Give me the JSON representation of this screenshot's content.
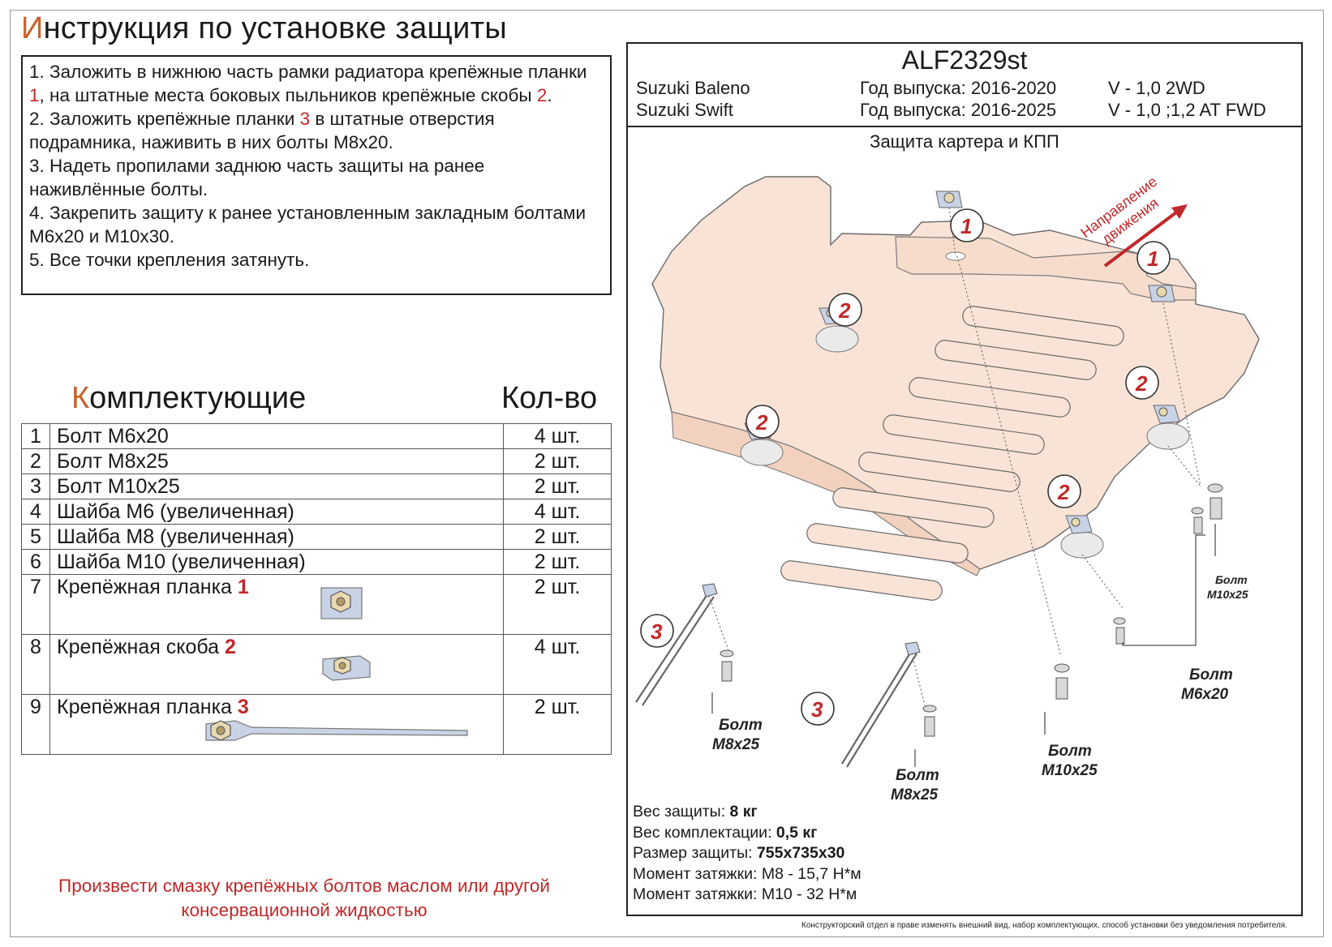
{
  "title": {
    "first_letter": "И",
    "rest": "нструкция по установке защиты"
  },
  "instructions": [
    {
      "before": "1. Заложить в нижнюю часть рамки радиатора крепёжные планки ",
      "ref": "1",
      "mid": ", на штатные места боковых пыльников крепёжные скобы ",
      "ref2": "2",
      "after": "."
    },
    {
      "before": "2. Заложить крепёжные планки ",
      "ref": "3",
      "mid": " в штатные отверстия подрамника, наживить в них болты М8х20.",
      "ref2": "",
      "after": ""
    },
    {
      "before": "3. Надеть пропилами заднюю часть защиты на ранее наживлённые болты.",
      "ref": "",
      "mid": "",
      "ref2": "",
      "after": ""
    },
    {
      "before": "4. Закрепить защиту к ранее установленным закладным болтами М6х20 и М10х30.",
      "ref": "",
      "mid": "",
      "ref2": "",
      "after": ""
    },
    {
      "before": "5. Все точки крепления затянуть.",
      "ref": "",
      "mid": "",
      "ref2": "",
      "after": ""
    }
  ],
  "kit": {
    "title_first": "К",
    "title_rest": "омплектующие",
    "qty_title": "Кол-во",
    "rows": [
      {
        "n": "1",
        "name": "Болт М6х20",
        "ref": "",
        "qty": "4 шт."
      },
      {
        "n": "2",
        "name": "Болт М8х25",
        "ref": "",
        "qty": "2 шт."
      },
      {
        "n": "3",
        "name": "Болт М10х25",
        "ref": "",
        "qty": "2 шт."
      },
      {
        "n": "4",
        "name": "Шайба М6 (увеличенная)",
        "ref": "",
        "qty": "4 шт."
      },
      {
        "n": "5",
        "name": "Шайба М8 (увеличенная)",
        "ref": "",
        "qty": "2 шт."
      },
      {
        "n": "6",
        "name": "Шайба М10 (увеличенная)",
        "ref": "",
        "qty": "2 шт."
      },
      {
        "n": "7",
        "name": "Крепёжная планка ",
        "ref": "1",
        "qty": "2 шт."
      },
      {
        "n": "8",
        "name": "Крепёжная скоба ",
        "ref": "2",
        "qty": "4 шт."
      },
      {
        "n": "9",
        "name": "Крепёжная планка ",
        "ref": "3",
        "qty": "2 шт."
      }
    ]
  },
  "note": {
    "line1": "Произвести смазку крепёжных болтов маслом или другой",
    "line2": "консервационной жидкостью"
  },
  "product": {
    "code": "ALF2329st",
    "cars": [
      {
        "model": "Suzuki Baleno",
        "years": "Год выпуска: 2016-2020",
        "engine": "V - 1,0 2WD"
      },
      {
        "model": "Suzuki Swift",
        "years": "Год выпуска: 2016-2025",
        "engine": "V - 1,0 ;1,2 AT FWD"
      }
    ],
    "subtitle": "Защита картера и КПП"
  },
  "diagram": {
    "direction_line1": "Направление",
    "direction_line2": "движения",
    "callouts": [
      "1",
      "1",
      "2",
      "2",
      "2",
      "2",
      "3",
      "3"
    ],
    "labels": {
      "bolt": "Болт",
      "m10x25": "М10х25",
      "m6x20": "М6х20",
      "m8x25": "М8х25"
    }
  },
  "specs": [
    {
      "label": "Вес защиты: ",
      "value": "8 кг",
      "bold": true
    },
    {
      "label": "Вес комплектации: ",
      "value": "0,5 кг",
      "bold": true
    },
    {
      "label": "Размер защиты: ",
      "value": "755х735х30",
      "bold": true
    },
    {
      "label": "Момент затяжки: ",
      "value": "М8 - 15,7 Н*м",
      "bold": false
    },
    {
      "label": "Момент затяжки: ",
      "value": "М10 - 32 Н*м",
      "bold": false
    }
  ],
  "disclaimer": "Конструкторский отдел в праве изменять внешний вид, набор комплектующих, способ установки без уведомления потребителя.",
  "colors": {
    "accent_red": "#c0282a",
    "title_orange": "#c8612c",
    "plate_fill": "#f9e3d6",
    "bracket_fill": "#c9d3e6"
  }
}
